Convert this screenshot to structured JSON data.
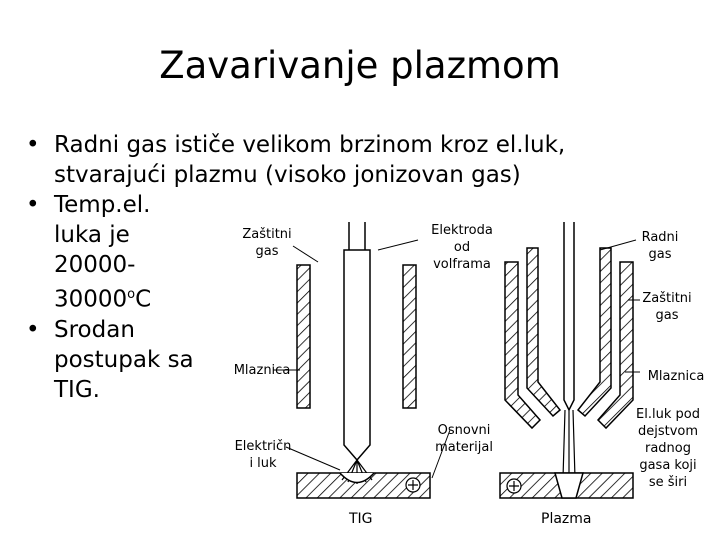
{
  "slide": {
    "title": "Zavarivanje plazmom",
    "bullets": [
      {
        "lines": [
          "Radni gas ističe velikom brzinom kroz el.luk,",
          "stvarajući plazmu (visoko jonizovan gas)"
        ]
      },
      {
        "lines": [
          "Temp.el.",
          "luka je",
          "20000-"
        ],
        "temp_value": "30000",
        "temp_sup": "o",
        "temp_unit": "C"
      },
      {
        "lines": [
          "Srodan",
          "postupak sa",
          "TIG."
        ]
      }
    ]
  },
  "figure": {
    "labels": {
      "zastitni_gas_left": [
        "Zaštitni",
        "gas"
      ],
      "elektroda": [
        "Elektroda",
        "od",
        "volframa"
      ],
      "mlaznica_left": "Mlaznica",
      "elektricni_luk": [
        "Električn",
        "i luk"
      ],
      "osnovni_materijal": [
        "Osnovni",
        "materijal"
      ],
      "radni_gas": [
        "Radni",
        "gas"
      ],
      "zastitni_gas_right": [
        "Zaštitni",
        "gas"
      ],
      "mlaznica_right": "Mlaznica",
      "el_luk_desc": [
        "El.luk pod",
        "dejstvom",
        "radnog",
        "gasa koji",
        "se širi"
      ]
    },
    "captions": {
      "tig": "TIG",
      "plazma": "Plazma"
    }
  }
}
